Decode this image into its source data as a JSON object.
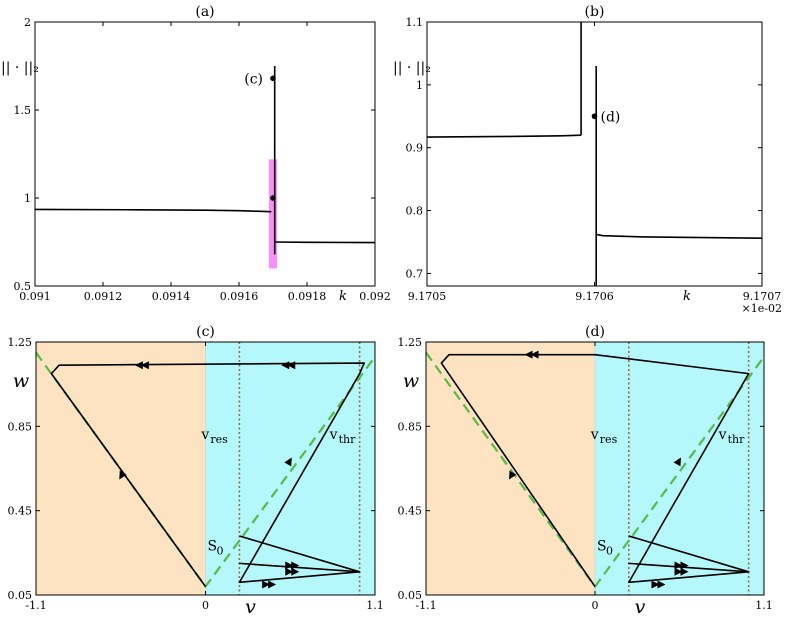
{
  "chart_data": [
    {
      "id": "a",
      "type": "line",
      "title": "(a)",
      "xlabel": "k",
      "ylabel": "|| · ||₂",
      "xlim": [
        0.091,
        0.092
      ],
      "ylim": [
        0.5,
        2.0
      ],
      "xticks": [
        0.091,
        0.0912,
        0.0914,
        0.0916,
        0.0918,
        0.092
      ],
      "xtick_labels": [
        "0.091",
        "0.0912",
        "0.0914",
        "0.0916",
        "0.0918",
        "0.092"
      ],
      "yticks": [
        0.5,
        1.0,
        1.5,
        2.0
      ],
      "ytick_labels": [
        "0.5",
        "1",
        "1.5",
        "2"
      ],
      "series": [
        {
          "x": [
            0.091,
            0.0913,
            0.0915,
            0.0916,
            0.09165,
            0.091695
          ],
          "y": [
            0.935,
            0.933,
            0.931,
            0.928,
            0.925,
            0.922
          ]
        },
        {
          "x": [
            0.091705,
            0.0918,
            0.092
          ],
          "y": [
            0.75,
            0.748,
            0.747
          ]
        },
        {
          "x": [
            0.091705,
            0.091705
          ],
          "y": [
            0.68,
            1.75
          ]
        }
      ],
      "highlight_band": {
        "x": 0.0917,
        "y_range": [
          0.6,
          1.22
        ],
        "color": "#ff66ff"
      },
      "points": [
        {
          "x": 0.0917,
          "y": 1.68,
          "label": "(c)"
        },
        {
          "x": 0.0917,
          "y": 1.0,
          "label": ""
        }
      ]
    },
    {
      "id": "b",
      "type": "line",
      "title": "(b)",
      "xlabel": "k",
      "ylabel": "|| · ||₂",
      "xlim": [
        9.1705,
        9.1707
      ],
      "ylim": [
        0.68,
        1.1
      ],
      "xticks": [
        9.1705,
        9.1706,
        9.1707
      ],
      "xtick_labels": [
        "9.1705",
        "9.1706",
        "9.1707"
      ],
      "x_multiplier": "×1e-02",
      "yticks": [
        0.7,
        0.8,
        0.9,
        1.0,
        1.1
      ],
      "ytick_labels": [
        "0.7",
        "0.8",
        "0.9",
        "1",
        "1.1"
      ],
      "series": [
        {
          "x": [
            9.1705,
            9.17055,
            9.17058,
            9.170592
          ],
          "y": [
            0.917,
            0.918,
            0.919,
            0.92
          ]
        },
        {
          "x": [
            9.170592,
            9.170592
          ],
          "y": [
            0.92,
            1.1
          ]
        },
        {
          "x": [
            9.170601,
            9.170601
          ],
          "y": [
            0.68,
            1.03
          ]
        },
        {
          "x": [
            9.170601,
            9.170605,
            9.17063,
            9.1707
          ],
          "y": [
            0.762,
            0.76,
            0.758,
            0.756
          ]
        }
      ],
      "points": [
        {
          "x": 9.1706,
          "y": 0.95,
          "label": "(d)"
        }
      ]
    },
    {
      "id": "c",
      "type": "line",
      "title": "(c)",
      "xlabel": "v",
      "ylabel": "w",
      "xlim": [
        -1.1,
        1.1
      ],
      "ylim": [
        0.05,
        1.25
      ],
      "xticks": [
        -1.1,
        0,
        1.1
      ],
      "xtick_labels": [
        "-1.1",
        "0",
        "1.1"
      ],
      "yticks": [
        0.05,
        0.45,
        0.85,
        1.25
      ],
      "ytick_labels": [
        "0.05",
        "0.45",
        "0.85",
        "1.25"
      ],
      "regions": [
        {
          "x_range": [
            -1.1,
            0
          ],
          "color": "#fde3c2"
        },
        {
          "x_range": [
            0,
            1.1
          ],
          "color": "#b5f8fb"
        }
      ],
      "vlines": [
        {
          "x": 0.22,
          "label": "v_res",
          "color": "#a06a3a"
        },
        {
          "x": 1.0,
          "label": "v_thr",
          "color": "#a06a3a"
        }
      ],
      "nullcline": {
        "x": [
          -1.1,
          0,
          1.1
        ],
        "y": [
          1.2,
          0.09,
          1.18
        ],
        "color": "#55bb44",
        "style": "dashed"
      },
      "labels": {
        "v_res": "v",
        "v_res_sub": "res",
        "v_thr": "v",
        "v_thr_sub": "thr",
        "s0": "S",
        "s0_sub": "0"
      },
      "trajectory": {
        "x": [
          0.22,
          1.0,
          0.22,
          1.0,
          0.22,
          1.0,
          1.03,
          -0.95,
          -1.0,
          0.0
        ],
        "y": [
          0.33,
          0.16,
          0.2,
          0.16,
          0.11,
          1.1,
          1.15,
          1.14,
          1.1,
          0.09
        ]
      },
      "arrows": [
        {
          "x": 0.55,
          "y": 1.14,
          "dir": "left",
          "count": 2
        },
        {
          "x": -0.4,
          "y": 1.14,
          "dir": "left",
          "count": 2
        },
        {
          "x": -0.55,
          "y": 0.61,
          "dir": "down",
          "count": 1
        },
        {
          "x": 0.55,
          "y": 0.69,
          "dir": "up",
          "count": 1
        },
        {
          "x": 0.55,
          "y": 0.19,
          "dir": "right",
          "count": 2
        },
        {
          "x": 0.55,
          "y": 0.16,
          "dir": "right",
          "count": 2
        },
        {
          "x": 0.4,
          "y": 0.1,
          "dir": "right",
          "count": 2
        }
      ]
    },
    {
      "id": "d",
      "type": "line",
      "title": "(d)",
      "xlabel": "v",
      "ylabel": "w",
      "xlim": [
        -1.1,
        1.1
      ],
      "ylim": [
        0.05,
        1.25
      ],
      "xticks": [
        -1.1,
        0,
        1.1
      ],
      "xtick_labels": [
        "-1.1",
        "0",
        "1.1"
      ],
      "yticks": [
        0.05,
        0.45,
        0.85,
        1.25
      ],
      "ytick_labels": [
        "0.05",
        "0.45",
        "0.85",
        "1.25"
      ],
      "regions": [
        {
          "x_range": [
            -1.1,
            0
          ],
          "color": "#fde3c2"
        },
        {
          "x_range": [
            0,
            1.1
          ],
          "color": "#b5f8fb"
        }
      ],
      "vlines": [
        {
          "x": 0.22,
          "label": "v_res",
          "color": "#a06a3a"
        },
        {
          "x": 1.0,
          "label": "v_thr",
          "color": "#a06a3a"
        }
      ],
      "nullcline": {
        "x": [
          -1.1,
          0,
          1.1
        ],
        "y": [
          1.2,
          0.09,
          1.18
        ],
        "color": "#55bb44",
        "style": "dashed"
      },
      "labels": {
        "v_res": "v",
        "v_res_sub": "res",
        "v_thr": "v",
        "v_thr_sub": "thr",
        "s0": "S",
        "s0_sub": "0"
      },
      "trajectory": {
        "x": [
          0.22,
          1.0,
          0.22,
          1.0,
          0.22,
          1.0,
          0.0,
          -0.95,
          -1.0,
          0.0
        ],
        "y": [
          0.33,
          0.16,
          0.2,
          0.16,
          0.11,
          1.1,
          1.19,
          1.19,
          1.15,
          0.09
        ]
      },
      "arrows": [
        {
          "x": -0.4,
          "y": 1.19,
          "dir": "left",
          "count": 2
        },
        {
          "x": -0.55,
          "y": 0.61,
          "dir": "down",
          "count": 1
        },
        {
          "x": 0.55,
          "y": 0.69,
          "dir": "up",
          "count": 1
        },
        {
          "x": 0.55,
          "y": 0.19,
          "dir": "right",
          "count": 2
        },
        {
          "x": 0.55,
          "y": 0.16,
          "dir": "right",
          "count": 2
        },
        {
          "x": 0.4,
          "y": 0.1,
          "dir": "right",
          "count": 2
        }
      ]
    }
  ]
}
